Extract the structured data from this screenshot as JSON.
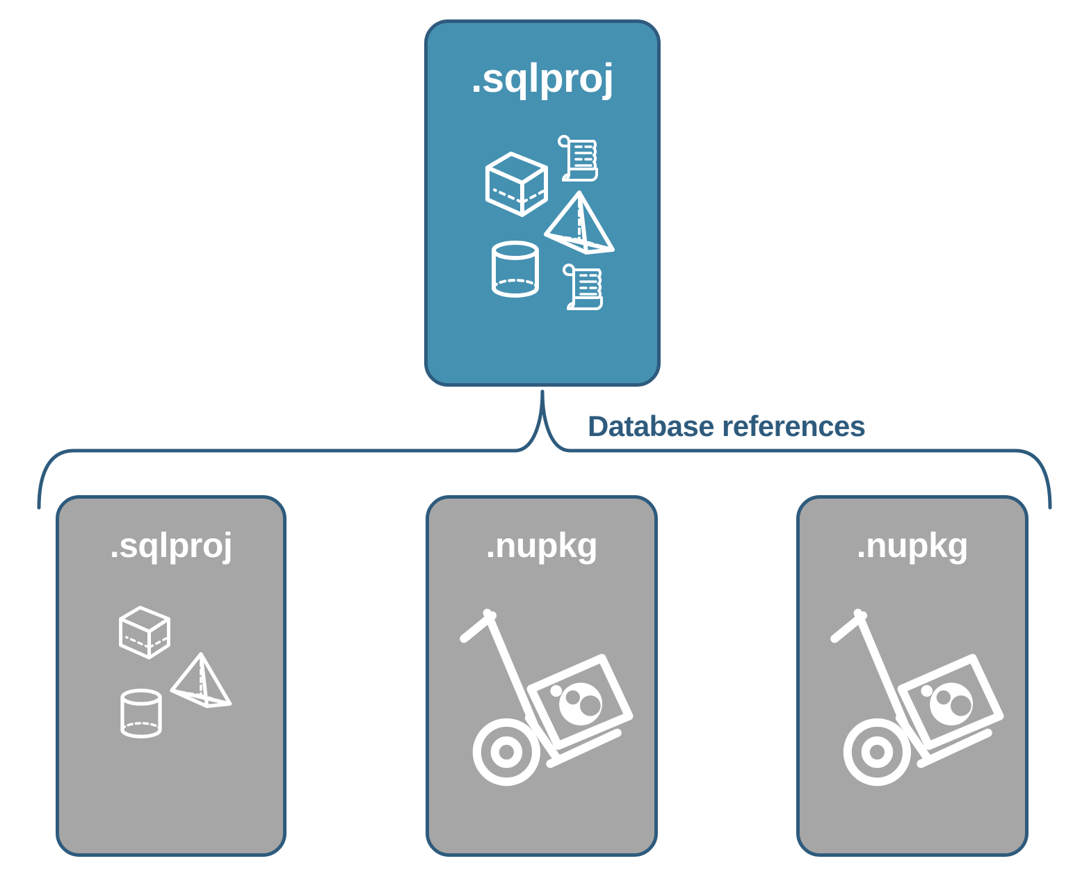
{
  "diagram": {
    "title": "Database references",
    "colors": {
      "primary_fill": "#4591b2",
      "secondary_fill": "#a6a6a6",
      "stroke": "#2e5b7d",
      "label_text": "#2e5b7d",
      "card_text": "#ffffff",
      "background": "#ffffff"
    },
    "connector": {
      "label": "Database references",
      "style": "curly-brace"
    },
    "root": {
      "label": ".sqlproj",
      "fill": "primary",
      "icons": [
        "cube-icon",
        "pyramid-icon",
        "cylinder-icon",
        "scroll-icon",
        "scroll-icon"
      ]
    },
    "references": [
      {
        "label": ".sqlproj",
        "fill": "secondary",
        "icons": [
          "cube-icon",
          "pyramid-icon",
          "cylinder-icon"
        ]
      },
      {
        "label": ".nupkg",
        "fill": "secondary",
        "icons": [
          "hand-truck-package-icon"
        ]
      },
      {
        "label": ".nupkg",
        "fill": "secondary",
        "icons": [
          "hand-truck-package-icon"
        ]
      }
    ]
  }
}
